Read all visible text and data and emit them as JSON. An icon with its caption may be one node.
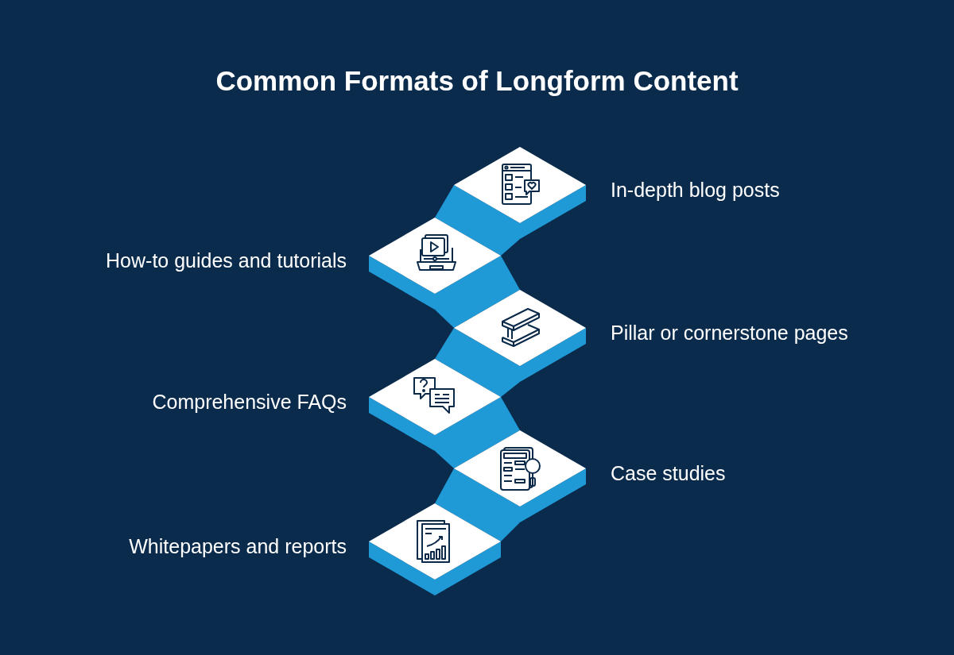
{
  "diagram": {
    "title": "Common Formats of Longform Content",
    "nodes": [
      {
        "text": [],
        "shape": "diamond",
        "beside": [
          "In-depth blog posts"
        ]
      },
      {
        "text": [],
        "shape": "diamond",
        "beside": [
          "How-to guides and tutorials"
        ]
      },
      {
        "text": [],
        "shape": "diamond",
        "beside": [
          "Pillar or cornerstone pages"
        ]
      },
      {
        "text": [],
        "shape": "diamond",
        "beside": [
          "Comprehensive FAQs"
        ]
      },
      {
        "text": [],
        "shape": "diamond",
        "beside": [
          "Case studies"
        ]
      },
      {
        "text": [],
        "shape": "diamond",
        "beside": [
          "Whitepapers and reports"
        ]
      }
    ]
  }
}
